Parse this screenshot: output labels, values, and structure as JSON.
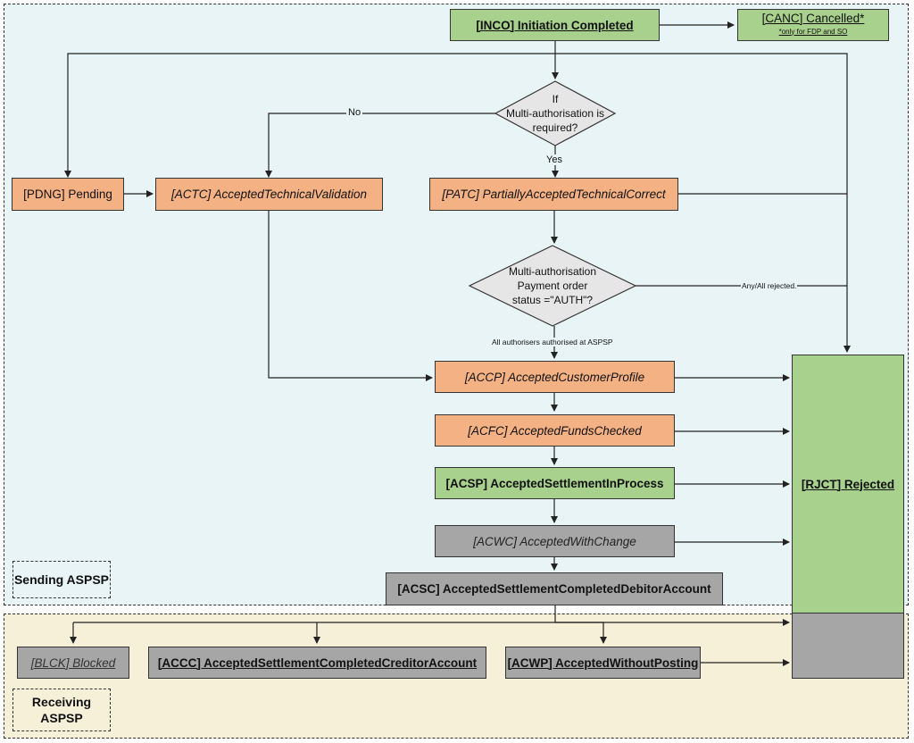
{
  "zones": {
    "sending": {
      "label": "Sending ASPSP",
      "color": "#e8f4f5"
    },
    "receiving": {
      "label": "Receiving ASPSP",
      "color": "#f6f0d9"
    }
  },
  "nodes": {
    "inco": {
      "label": "[INCO] Initiation Completed"
    },
    "canc": {
      "label": "[CANC] Cancelled*",
      "note": "*only for FDP and SO"
    },
    "pdng": {
      "label": "[PDNG] Pending"
    },
    "actc": {
      "label": "[ACTC] AcceptedTechnicalValidation"
    },
    "patc": {
      "label": "[PATC] PartiallyAcceptedTechnicalCorrect"
    },
    "accp": {
      "label": "[ACCP] AcceptedCustomerProfile"
    },
    "acfc": {
      "label": "[ACFC] AcceptedFundsChecked"
    },
    "acsp": {
      "label": "[ACSP] AcceptedSettlementInProcess"
    },
    "acwc": {
      "label": "[ACWC] AcceptedWithChange"
    },
    "acsc": {
      "label": "[ACSC] AcceptedSettlementCompletedDebitorAccount"
    },
    "rjct": {
      "label": "[RJCT] Rejected"
    },
    "blck": {
      "label": "[BLCK] Blocked"
    },
    "accc": {
      "label": "[ACCC] AcceptedSettlementCompletedCreditorAccount"
    },
    "acwp": {
      "label": "[ACWP] AcceptedWithoutPosting"
    }
  },
  "decisions": {
    "multi_auth": {
      "line1": "If",
      "line2": "Multi-authorisation is",
      "line3": "required?"
    },
    "auth_status": {
      "line1": "Multi-authorisation",
      "line2": "Payment order",
      "line3": "status =\"AUTH\"?"
    }
  },
  "edge_labels": {
    "no": "No",
    "yes": "Yes",
    "rejected": "Any/All rejected.",
    "authorised": "All authorisers authorised at ASPSP"
  },
  "colors": {
    "green": "#a9d18e",
    "orange": "#f4b183",
    "gray": "#a6a6a6",
    "line": "#222222"
  }
}
